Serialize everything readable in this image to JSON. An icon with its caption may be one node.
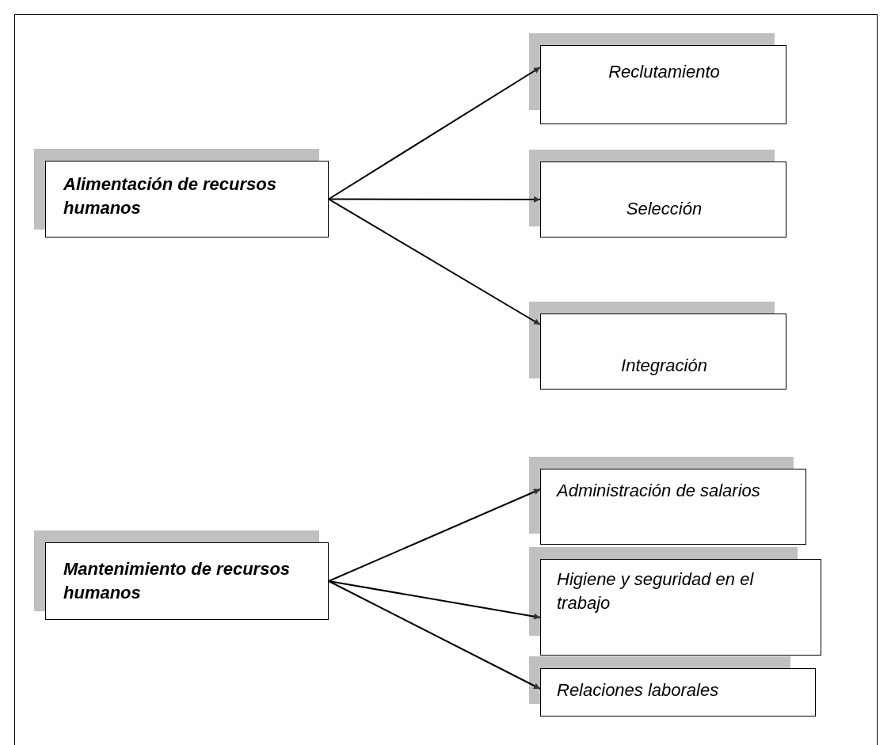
{
  "diagram": {
    "nodes": [
      {
        "text": [
          "Alimentación de recursos humanos"
        ]
      },
      {
        "text": [
          "Reclutamiento"
        ]
      },
      {
        "text": [
          "Selección"
        ]
      },
      {
        "text": [
          "Integración"
        ]
      },
      {
        "text": [
          "Mantenimiento de recursos humanos"
        ]
      },
      {
        "text": [
          "Administración de salarios"
        ]
      },
      {
        "text": [
          "Higiene y seguridad en el trabajo"
        ]
      },
      {
        "text": [
          "Relaciones laborales"
        ]
      }
    ],
    "edges": [
      {
        "from": 0,
        "to": 1,
        "arrow": "to"
      },
      {
        "from": 0,
        "to": 2,
        "arrow": "to"
      },
      {
        "from": 0,
        "to": 3,
        "arrow": "to"
      },
      {
        "from": 4,
        "to": 5,
        "arrow": "to"
      },
      {
        "from": 4,
        "to": 6,
        "arrow": "to"
      },
      {
        "from": 4,
        "to": 7,
        "arrow": "to"
      }
    ]
  }
}
